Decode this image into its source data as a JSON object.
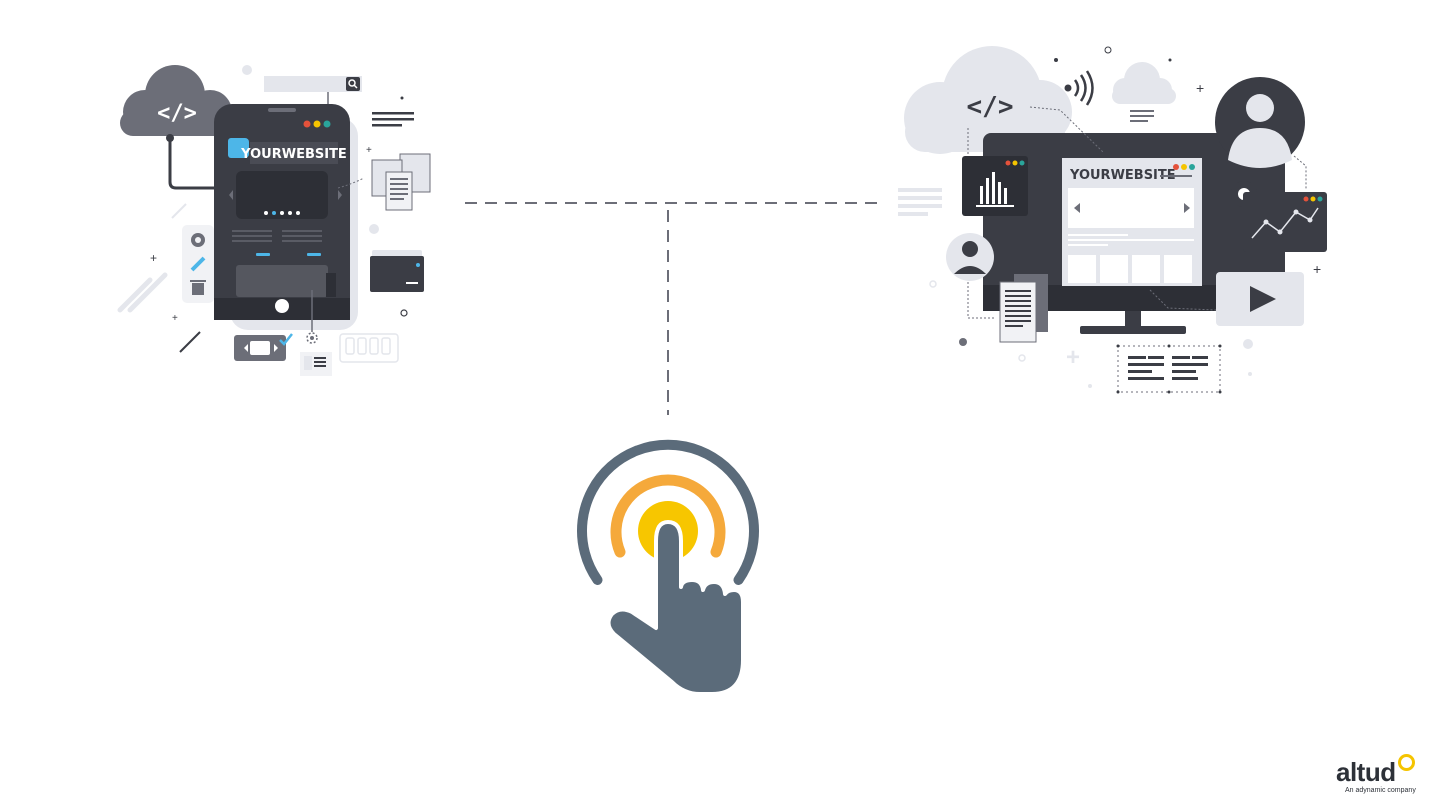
{
  "mobile": {
    "site_title": "YOURWEBSITE",
    "code_tag": "</>"
  },
  "desktop": {
    "site_title": "YOURWEBSITE",
    "code_tag": "</>"
  },
  "logo": {
    "brand": "altud",
    "tagline": "An adynamic company"
  },
  "colors": {
    "dark": "#3b3d45",
    "slate": "#5b6b7a",
    "cloud": "#e4e6ec",
    "accent_blue": "#4db6e8",
    "orange": "#f5a93b",
    "yellow": "#f7c600"
  },
  "icons": [
    "cloud-code-icon",
    "search-icon",
    "gear-icon",
    "pencil-icon",
    "trash-icon",
    "folder-icon",
    "envelope-icon",
    "document-icon",
    "wifi-signal-icon",
    "bar-chart-icon",
    "line-chart-icon",
    "user-avatar-icon",
    "play-icon",
    "tap-hand-icon"
  ]
}
